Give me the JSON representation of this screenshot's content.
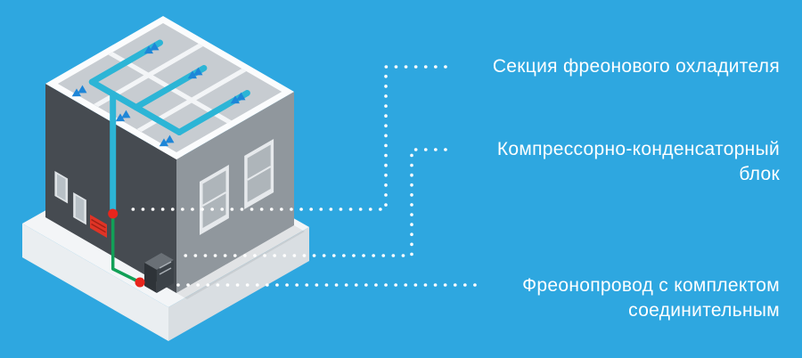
{
  "canvas": {
    "background_color": "#2ea7e0",
    "text_color": "#ffffff"
  },
  "labels": {
    "cooler_section": {
      "text": "Секция фреонового охладителя"
    },
    "compressor_unit": {
      "line1": "Компрессорно-конденсаторный",
      "line2": "блок"
    },
    "freon_pipeline": {
      "line1": "Фреонопровод с комплектом",
      "line2": "соединительным"
    }
  },
  "illustration": {
    "name": "building-cutaway-ac-system",
    "colors": {
      "base_top": "#f3f5f7",
      "wall_dark": "#464b51",
      "wall_light": "#90979d",
      "duct": "#2cb5d6",
      "airflow_arrow": "#1e86d8",
      "refrigerant_pipe": "#12a057",
      "marker": "#e8251c",
      "vent": "#e03426",
      "leader_dots": "#ffffff"
    }
  }
}
